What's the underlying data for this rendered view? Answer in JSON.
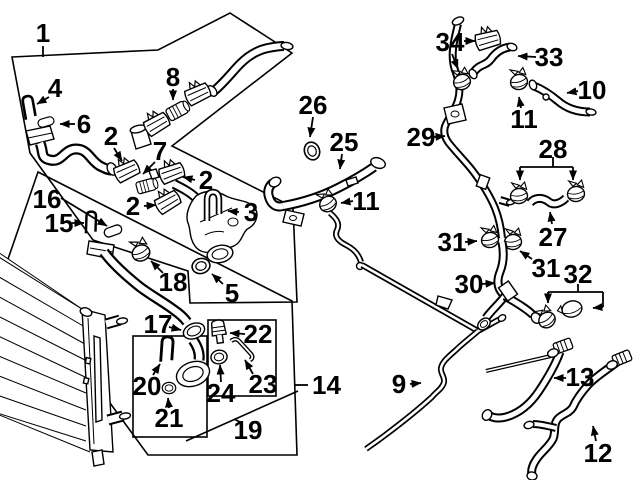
{
  "diagram": {
    "background_color": "#ffffff",
    "line_color": "#000000",
    "label_color": "#000000"
  },
  "labels": {
    "n1": "1",
    "n2a": "2",
    "n2b": "2",
    "n2c": "2",
    "n3": "3",
    "n4": "4",
    "n5": "5",
    "n6": "6",
    "n7": "7",
    "n8": "8",
    "n9": "9",
    "n10": "10",
    "n11a": "11",
    "n11b": "11",
    "n12": "12",
    "n13": "13",
    "n14": "14",
    "n15": "15",
    "n16": "16",
    "n17": "17",
    "n18": "18",
    "n19": "19",
    "n20": "20",
    "n21": "21",
    "n22": "22",
    "n23": "23",
    "n24": "24",
    "n25": "25",
    "n26": "26",
    "n27": "27",
    "n28": "28",
    "n29": "29",
    "n30": "30",
    "n31a": "31",
    "n31b": "31",
    "n32": "32",
    "n33": "33",
    "n34": "34"
  }
}
